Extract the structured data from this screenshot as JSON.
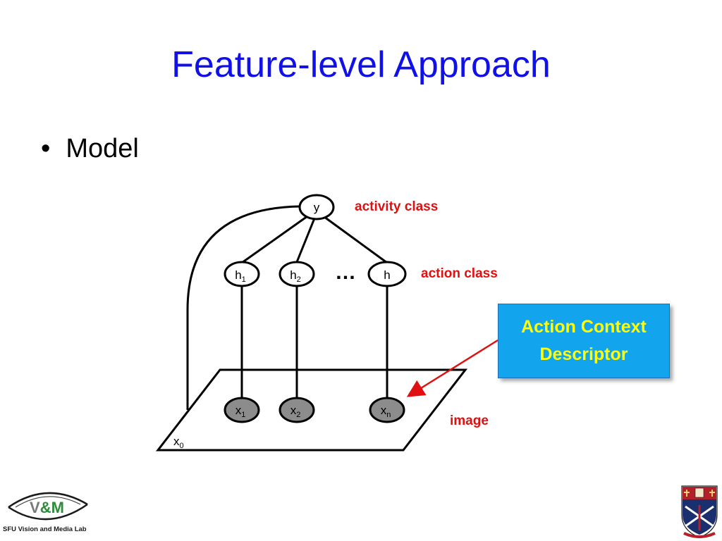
{
  "slide": {
    "title": "Feature-level Approach",
    "bullet": "Model"
  },
  "diagram": {
    "nodes": {
      "y": "y",
      "h1": "h",
      "h1_sub": "1",
      "h2": "h",
      "h2_sub": "2",
      "hn": "h",
      "ellipsis": "…",
      "x1": "x",
      "x1_sub": "1",
      "x2": "x",
      "x2_sub": "2",
      "xn": "x",
      "xn_sub": "n",
      "x0": "x",
      "x0_sub": "0"
    },
    "annotations": {
      "activity": "activity class",
      "action": "action class",
      "image": "image"
    },
    "callout": "Action Context\nDescriptor"
  },
  "footer": {
    "lab_name": "SFU Vision and Media Lab",
    "lab_logo_text": "V&M"
  },
  "colors": {
    "title": "#1010e8",
    "annotation": "#e01010",
    "callout_fill": "#12a4ec",
    "callout_text": "#ffff00",
    "observed_node": "#8c8c8c"
  }
}
